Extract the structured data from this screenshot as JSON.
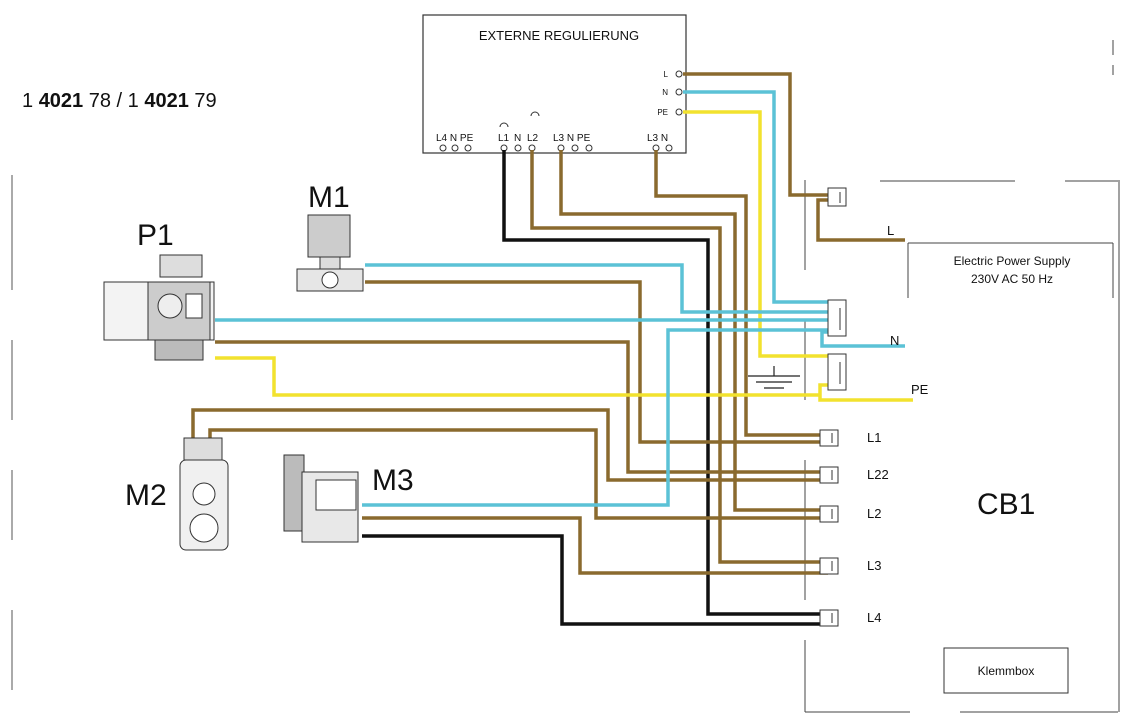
{
  "article_numbers": {
    "a_pre": "1 ",
    "a_bold": "4021",
    "a_post": " 78 / 1 ",
    "b_bold": "4021",
    "b_post": " 79"
  },
  "controller": {
    "title": "EXTERNE REGULIERUNG",
    "terminals_right": [
      "L",
      "N",
      "PE"
    ],
    "terminal_groups": [
      "L4 N PE",
      "L1",
      "N",
      "L2",
      "L3 N PE",
      "L3 N"
    ]
  },
  "components": {
    "p1": "P1",
    "m1": "M1",
    "m2": "M2",
    "m3": "M3",
    "cb1": "CB1"
  },
  "power_supply": {
    "line1": "Electric Power Supply",
    "line2": "230V AC 50 Hz"
  },
  "supply_labels": [
    "L",
    "N",
    "PE"
  ],
  "cb_terminals": [
    "L1",
    "L22",
    "L2",
    "L3",
    "L4"
  ],
  "klemmbox": "Klemmbox",
  "colors": {
    "brown": "#8a6a2e",
    "blue": "#5bc2d6",
    "yellow": "#f2e22e",
    "black": "#111111"
  }
}
